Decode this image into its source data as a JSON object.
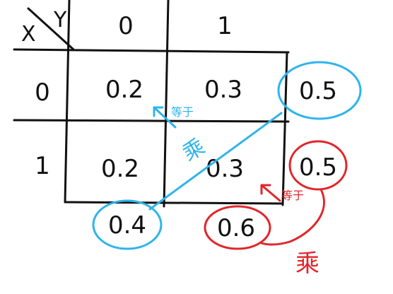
{
  "table": {
    "header_x": "X",
    "header_y": "Y",
    "col_headers": [
      "0",
      "1"
    ],
    "row_headers": [
      "0",
      "1"
    ],
    "cells": [
      [
        "0.2",
        "0.3"
      ],
      [
        "0.2",
        "0.3"
      ]
    ]
  },
  "marginals": {
    "row0": "0.5",
    "row1": "0.5",
    "col0": "0.4",
    "col1": "0.6"
  },
  "annotations": {
    "equals": "等于",
    "multiply": "乘"
  },
  "colors": {
    "ink": "#111111",
    "blue": "#2eb4ea",
    "red": "#e0262b"
  }
}
